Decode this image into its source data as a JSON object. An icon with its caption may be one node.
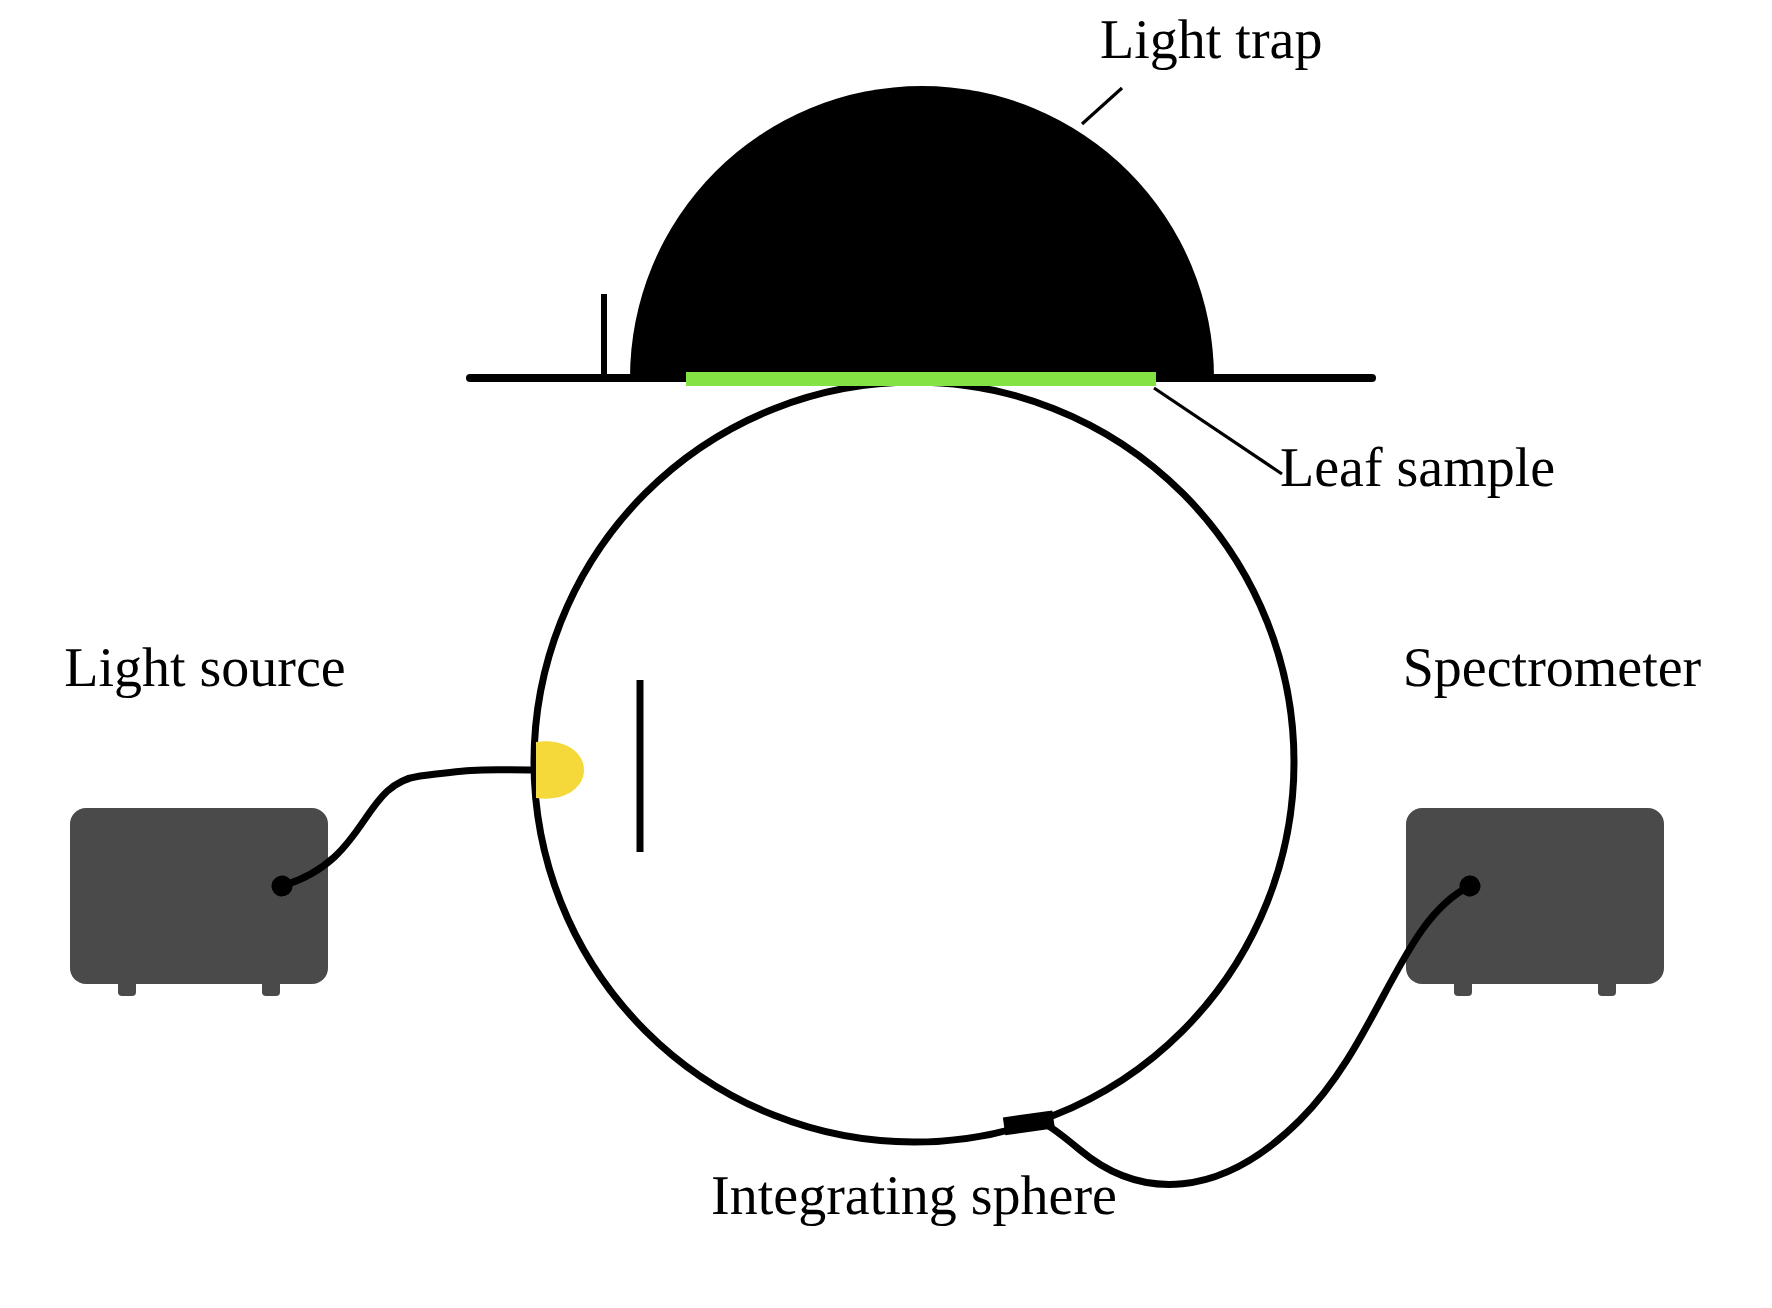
{
  "diagram": {
    "nodes": [
      {
        "text": [
          "Light trap"
        ]
      },
      {
        "text": [],
        "shape": "semicircle"
      },
      {
        "text": [
          "Leaf sample"
        ]
      },
      {
        "text": [],
        "shape": "bar"
      },
      {
        "text": [
          "Light source"
        ]
      },
      {
        "text": [],
        "shape": "circle"
      },
      {
        "text": [
          "Spectrometer"
        ]
      },
      {
        "text": [
          "Integrating sphere"
        ]
      }
    ],
    "edges": [
      {
        "from": 0,
        "to": 1,
        "arrow": "none"
      },
      {
        "from": 2,
        "to": 3,
        "arrow": "none"
      },
      {
        "from": 4,
        "to": 5,
        "arrow": "other",
        "style": "thick"
      },
      {
        "from": 6,
        "to": 7,
        "arrow": "other",
        "style": "thick"
      }
    ]
  }
}
